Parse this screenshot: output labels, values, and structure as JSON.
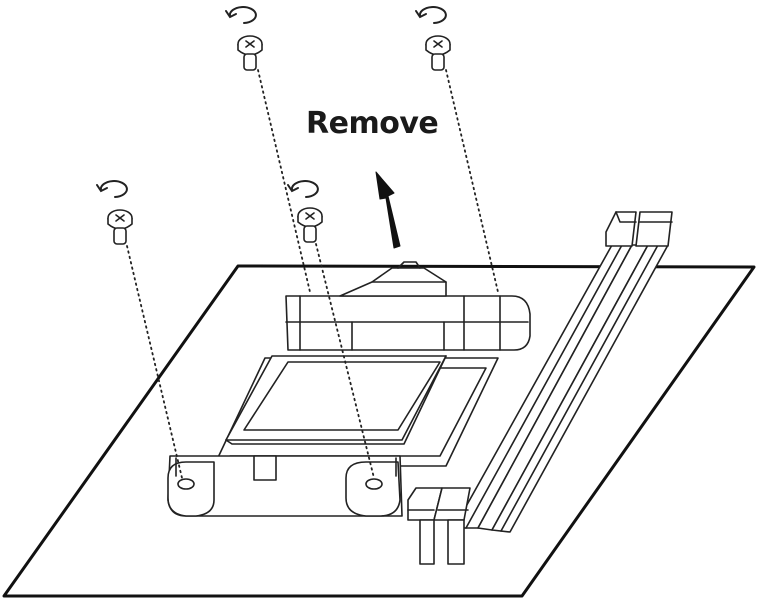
{
  "diagram": {
    "instruction_label": "Remove",
    "direction": "up",
    "screw_count": 4,
    "rotation": "counter-clockwise",
    "icons": [
      "screw-icon",
      "rotate-ccw-icon",
      "up-arrow-icon"
    ]
  }
}
